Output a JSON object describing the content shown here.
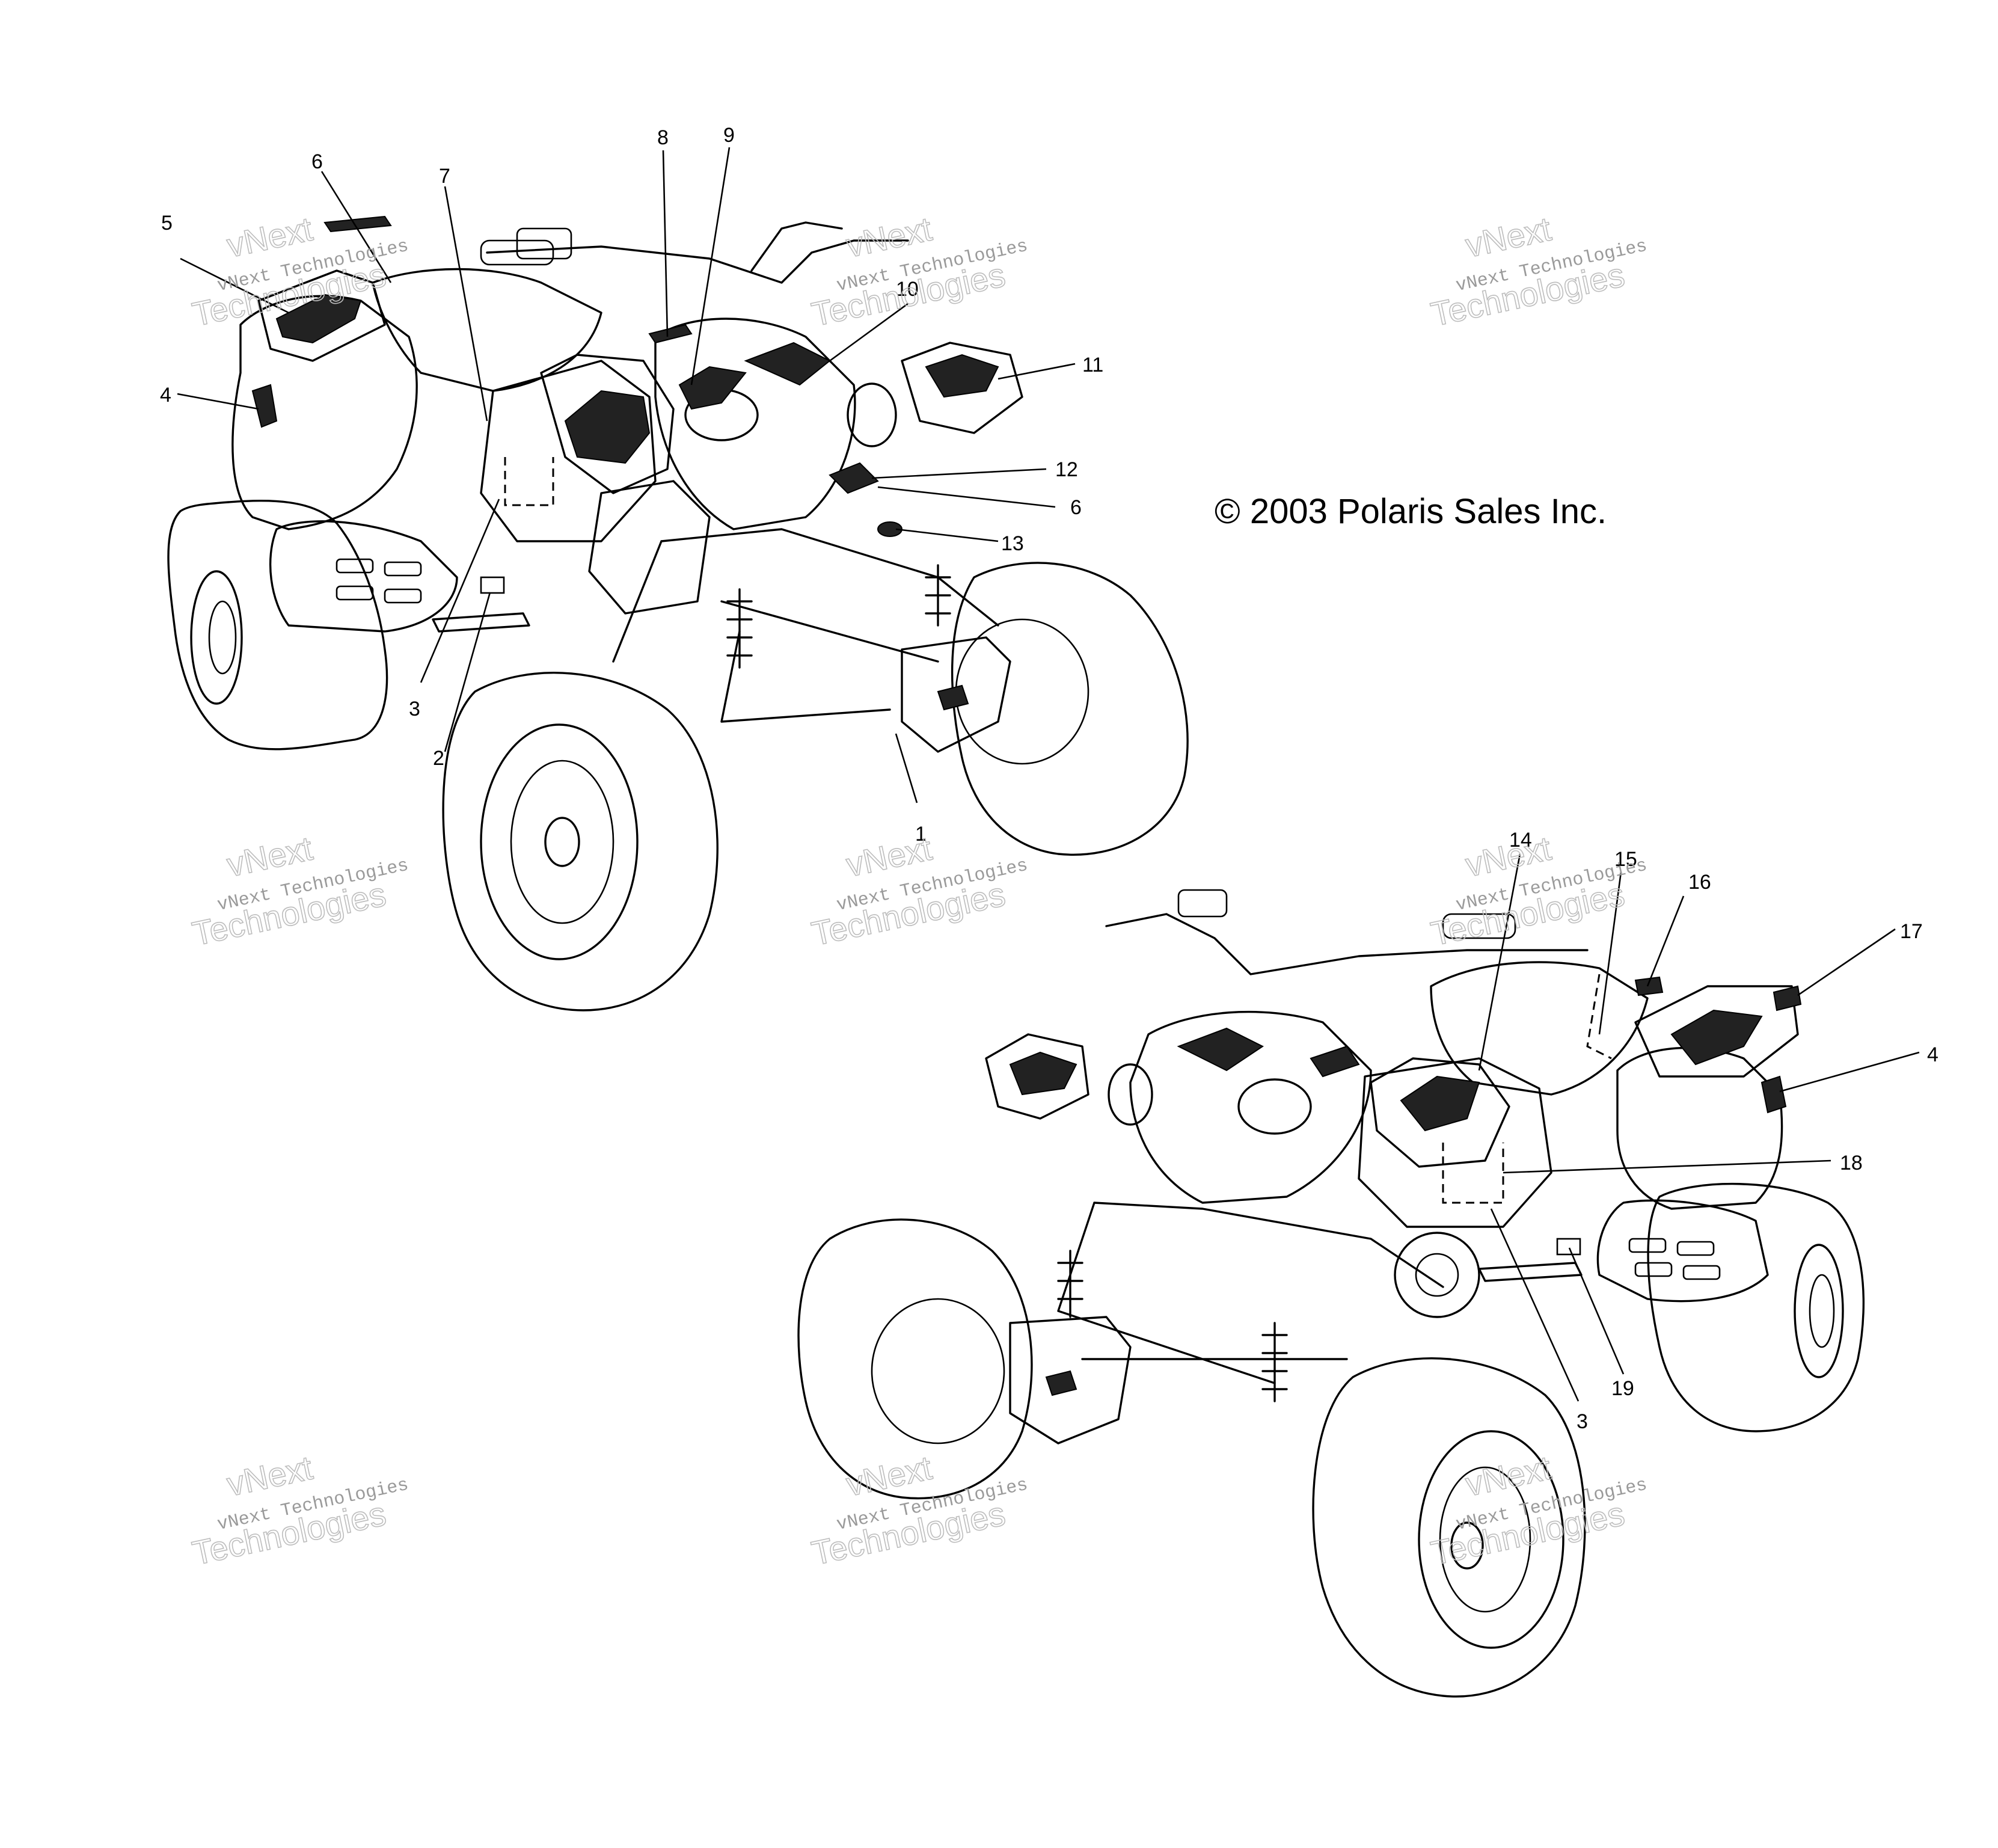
{
  "copyright": "© 2003 Polaris Sales Inc.",
  "watermark": {
    "line1": "vNext",
    "line2": "vNext Technologies",
    "line3": "Technologies"
  },
  "callouts": {
    "c1": "1",
    "c2": "2",
    "c3": "3",
    "c4": "4",
    "c5": "5",
    "c6": "6",
    "c6b": "6",
    "c7": "7",
    "c8": "8",
    "c9": "9",
    "c10": "10",
    "c11": "11",
    "c12": "12",
    "c13": "13",
    "c14": "14",
    "c15": "15",
    "c16": "16",
    "c17": "17",
    "c4b": "4",
    "c18": "18",
    "c19": "19",
    "c3b": "3"
  },
  "colors": {
    "ink": "#000000",
    "watermark": "#9a9a9a",
    "background": "#ffffff"
  },
  "icons": {
    "atv_rear_view": "atv-rear-view-illustration",
    "atv_front_view": "atv-front-view-illustration"
  }
}
